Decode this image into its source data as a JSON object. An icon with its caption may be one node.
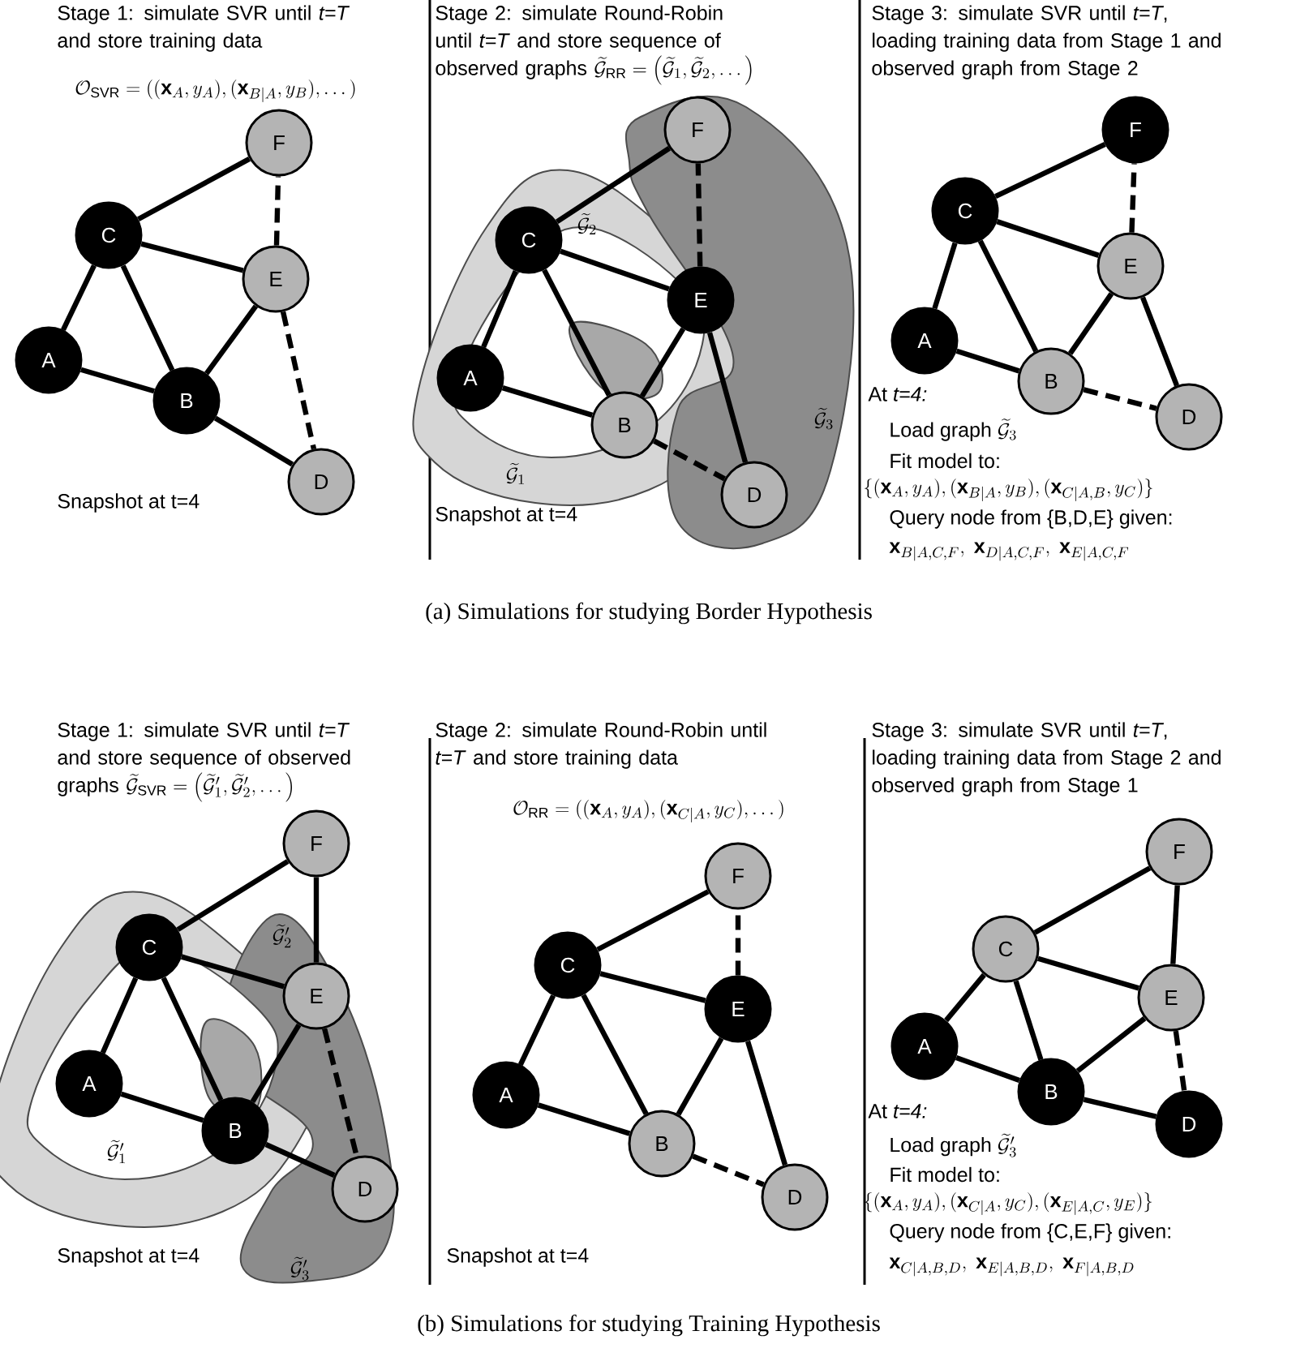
{
  "diagram": {
    "nodes": [
      {
        "text": [
          "F"
        ]
      },
      {
        "text": [
          "C"
        ]
      },
      {
        "text": [
          "E"
        ]
      },
      {
        "text": [
          "A"
        ]
      },
      {
        "text": [
          "B"
        ]
      },
      {
        "text": [
          "D"
        ]
      },
      {
        "text": [
          "F"
        ]
      },
      {
        "text": [
          "C"
        ]
      },
      {
        "text": [
          "E"
        ]
      },
      {
        "text": [
          "A"
        ]
      },
      {
        "text": [
          "B"
        ]
      },
      {
        "text": [
          "D"
        ]
      },
      {
        "text": [
          "F"
        ]
      },
      {
        "text": [
          "C"
        ]
      },
      {
        "text": [
          "E"
        ]
      },
      {
        "text": [
          "A"
        ]
      },
      {
        "text": [
          "B"
        ]
      },
      {
        "text": [
          "D"
        ]
      },
      {
        "text": [
          "F"
        ]
      },
      {
        "text": [
          "C"
        ]
      },
      {
        "text": [
          "E"
        ]
      },
      {
        "text": [
          "A"
        ]
      },
      {
        "text": [
          "B"
        ]
      },
      {
        "text": [
          "D"
        ]
      },
      {
        "text": [
          "F"
        ]
      },
      {
        "text": [
          "C"
        ]
      },
      {
        "text": [
          "E"
        ]
      },
      {
        "text": [
          "A"
        ]
      },
      {
        "text": [
          "B"
        ]
      },
      {
        "text": [
          "D"
        ]
      },
      {
        "text": [
          "F"
        ]
      },
      {
        "text": [
          "C"
        ]
      },
      {
        "text": [
          "E"
        ]
      },
      {
        "text": [
          "A"
        ]
      },
      {
        "text": [
          "B"
        ]
      },
      {
        "text": [
          "D"
        ]
      }
    ],
    "edges": [
      {
        "from": 3,
        "to": 1,
        "arrow": "none"
      },
      {
        "from": 3,
        "to": 4,
        "arrow": "none"
      },
      {
        "from": 1,
        "to": 4,
        "arrow": "none"
      },
      {
        "from": 1,
        "to": 2,
        "arrow": "none"
      },
      {
        "from": 1,
        "to": 0,
        "arrow": "none"
      },
      {
        "from": 4,
        "to": 2,
        "arrow": "none"
      },
      {
        "from": 2,
        "to": 0,
        "arrow": "none",
        "style": "dashed"
      },
      {
        "from": 2,
        "to": 5,
        "arrow": "none",
        "style": "dashed"
      },
      {
        "from": 4,
        "to": 5,
        "arrow": "none"
      },
      {
        "from": 9,
        "to": 7,
        "arrow": "none"
      },
      {
        "from": 9,
        "to": 10,
        "arrow": "none"
      },
      {
        "from": 7,
        "to": 10,
        "arrow": "none"
      },
      {
        "from": 7,
        "to": 8,
        "arrow": "none"
      },
      {
        "from": 7,
        "to": 6,
        "arrow": "none"
      },
      {
        "from": 10,
        "to": 8,
        "arrow": "none"
      },
      {
        "from": 8,
        "to": 6,
        "arrow": "none",
        "style": "dashed"
      },
      {
        "from": 8,
        "to": 11,
        "arrow": "none"
      },
      {
        "from": 10,
        "to": 11,
        "arrow": "none",
        "style": "dashed"
      },
      {
        "from": 15,
        "to": 13,
        "arrow": "none"
      },
      {
        "from": 15,
        "to": 16,
        "arrow": "none"
      },
      {
        "from": 13,
        "to": 16,
        "arrow": "none"
      },
      {
        "from": 13,
        "to": 14,
        "arrow": "none"
      },
      {
        "from": 13,
        "to": 12,
        "arrow": "none"
      },
      {
        "from": 16,
        "to": 14,
        "arrow": "none"
      },
      {
        "from": 14,
        "to": 12,
        "arrow": "none",
        "style": "dashed"
      },
      {
        "from": 14,
        "to": 17,
        "arrow": "none"
      },
      {
        "from": 16,
        "to": 17,
        "arrow": "none",
        "style": "dashed"
      },
      {
        "from": 21,
        "to": 19,
        "arrow": "none"
      },
      {
        "from": 21,
        "to": 22,
        "arrow": "none"
      },
      {
        "from": 19,
        "to": 22,
        "arrow": "none"
      },
      {
        "from": 19,
        "to": 20,
        "arrow": "none"
      },
      {
        "from": 19,
        "to": 18,
        "arrow": "none"
      },
      {
        "from": 22,
        "to": 20,
        "arrow": "none"
      },
      {
        "from": 20,
        "to": 18,
        "arrow": "none"
      },
      {
        "from": 20,
        "to": 23,
        "arrow": "none",
        "style": "dashed"
      },
      {
        "from": 22,
        "to": 23,
        "arrow": "none"
      },
      {
        "from": 27,
        "to": 25,
        "arrow": "none"
      },
      {
        "from": 27,
        "to": 28,
        "arrow": "none"
      },
      {
        "from": 25,
        "to": 28,
        "arrow": "none"
      },
      {
        "from": 25,
        "to": 26,
        "arrow": "none"
      },
      {
        "from": 25,
        "to": 24,
        "arrow": "none"
      },
      {
        "from": 28,
        "to": 26,
        "arrow": "none"
      },
      {
        "from": 26,
        "to": 24,
        "arrow": "none",
        "style": "dashed"
      },
      {
        "from": 26,
        "to": 29,
        "arrow": "none"
      },
      {
        "from": 28,
        "to": 29,
        "arrow": "none",
        "style": "dashed"
      },
      {
        "from": 33,
        "to": 31,
        "arrow": "none"
      },
      {
        "from": 33,
        "to": 34,
        "arrow": "none"
      },
      {
        "from": 31,
        "to": 34,
        "arrow": "none"
      },
      {
        "from": 31,
        "to": 32,
        "arrow": "none"
      },
      {
        "from": 31,
        "to": 30,
        "arrow": "none"
      },
      {
        "from": 34,
        "to": 32,
        "arrow": "none"
      },
      {
        "from": 32,
        "to": 30,
        "arrow": "none"
      },
      {
        "from": 32,
        "to": 35,
        "arrow": "none",
        "style": "dashed"
      },
      {
        "from": 34,
        "to": 35,
        "arrow": "none"
      }
    ],
    "labels": [
      "Stage 1: simulate SVR until *t=T* and store training data",
      "\\mathcal{O}_{\\mathrm{SVR}}=\\big((\\mathbf{x}_A,y_A),(\\mathbf{x}_{B|A},y_B),\\ldots\\big)",
      "Stage 2: simulate Round-Robin until *t=T* and store sequence of observed graphs",
      "\\widetilde{\\mathcal{G}}_{\\mathrm{RR}}=\\Big(\\widetilde{\\mathcal{G}}_1,\\widetilde{\\mathcal{G}}_2,\\ldots\\Big)",
      "Stage 3: simulate SVR until *t=T*, loading training data from Stage 1 and observed graph from Stage 2",
      "\\widetilde{\\mathcal{G}}_2",
      "\\widetilde{\\mathcal{G}}_3",
      "\\widetilde{\\mathcal{G}}_1",
      "At *t=4:*",
      "Load graph",
      "\\widetilde{\\mathcal{G}}_3",
      "Fit model to:",
      "\\{(\\mathbf{x}_A,y_A),(\\mathbf{x}_{B|A},y_B),(\\mathbf{x}_{C|A,B},y_C)\\}",
      "Query node from {B,D,E} given:",
      "\\mathbf{x}_{B|A,C,F},\\ \\mathbf{x}_{D|A,C,F},\\ \\mathbf{x}_{E|A,C,F}",
      "Snapshot at t=4",
      "Snapshot at t=4",
      "(a) Simulations for studying Border Hypothesis",
      "Stage 1: simulate SVR until *t=T* and store sequence of observed graphs",
      "\\widetilde{\\mathcal{G}}_{\\mathrm{SVR}}=\\Big(\\widetilde{\\mathcal{G}}'_1,\\widetilde{\\mathcal{G}}'_2,\\ldots\\Big)",
      "Stage 2: simulate Round-Robin until *t=T* and store training data",
      "\\mathcal{O}_{\\mathrm{RR}}=\\big((\\mathbf{x}_A,y_A),(\\mathbf{x}_{C|A},y_C),\\ldots\\big)",
      "Stage 3: simulate SVR until *t=T*, loading training data from Stage 2 and observed graph from Stage 1",
      "\\widetilde{\\mathcal{G}}'_2",
      "\\widetilde{\\mathcal{G}}'_1",
      "\\widetilde{\\mathcal{G}}'_3",
      "At *t=4:*",
      "Load graph",
      "\\widetilde{\\mathcal{G}}'_3",
      "Fit model to:",
      "\\{(\\mathbf{x}_A,y_A),(\\mathbf{x}_{C|A},y_C),(\\mathbf{x}_{E|A,C},y_E)\\}",
      "Query node from {C,E,F} given:",
      "\\mathbf{x}_{C|A,B,D},\\ \\mathbf{x}_{E|A,B,D},\\ \\mathbf{x}_{F|A,B,D}",
      "Snapshot at t=4",
      "Snapshot at t=4",
      "(b) Simulations for studying Training Hypothesis"
    ]
  }
}
